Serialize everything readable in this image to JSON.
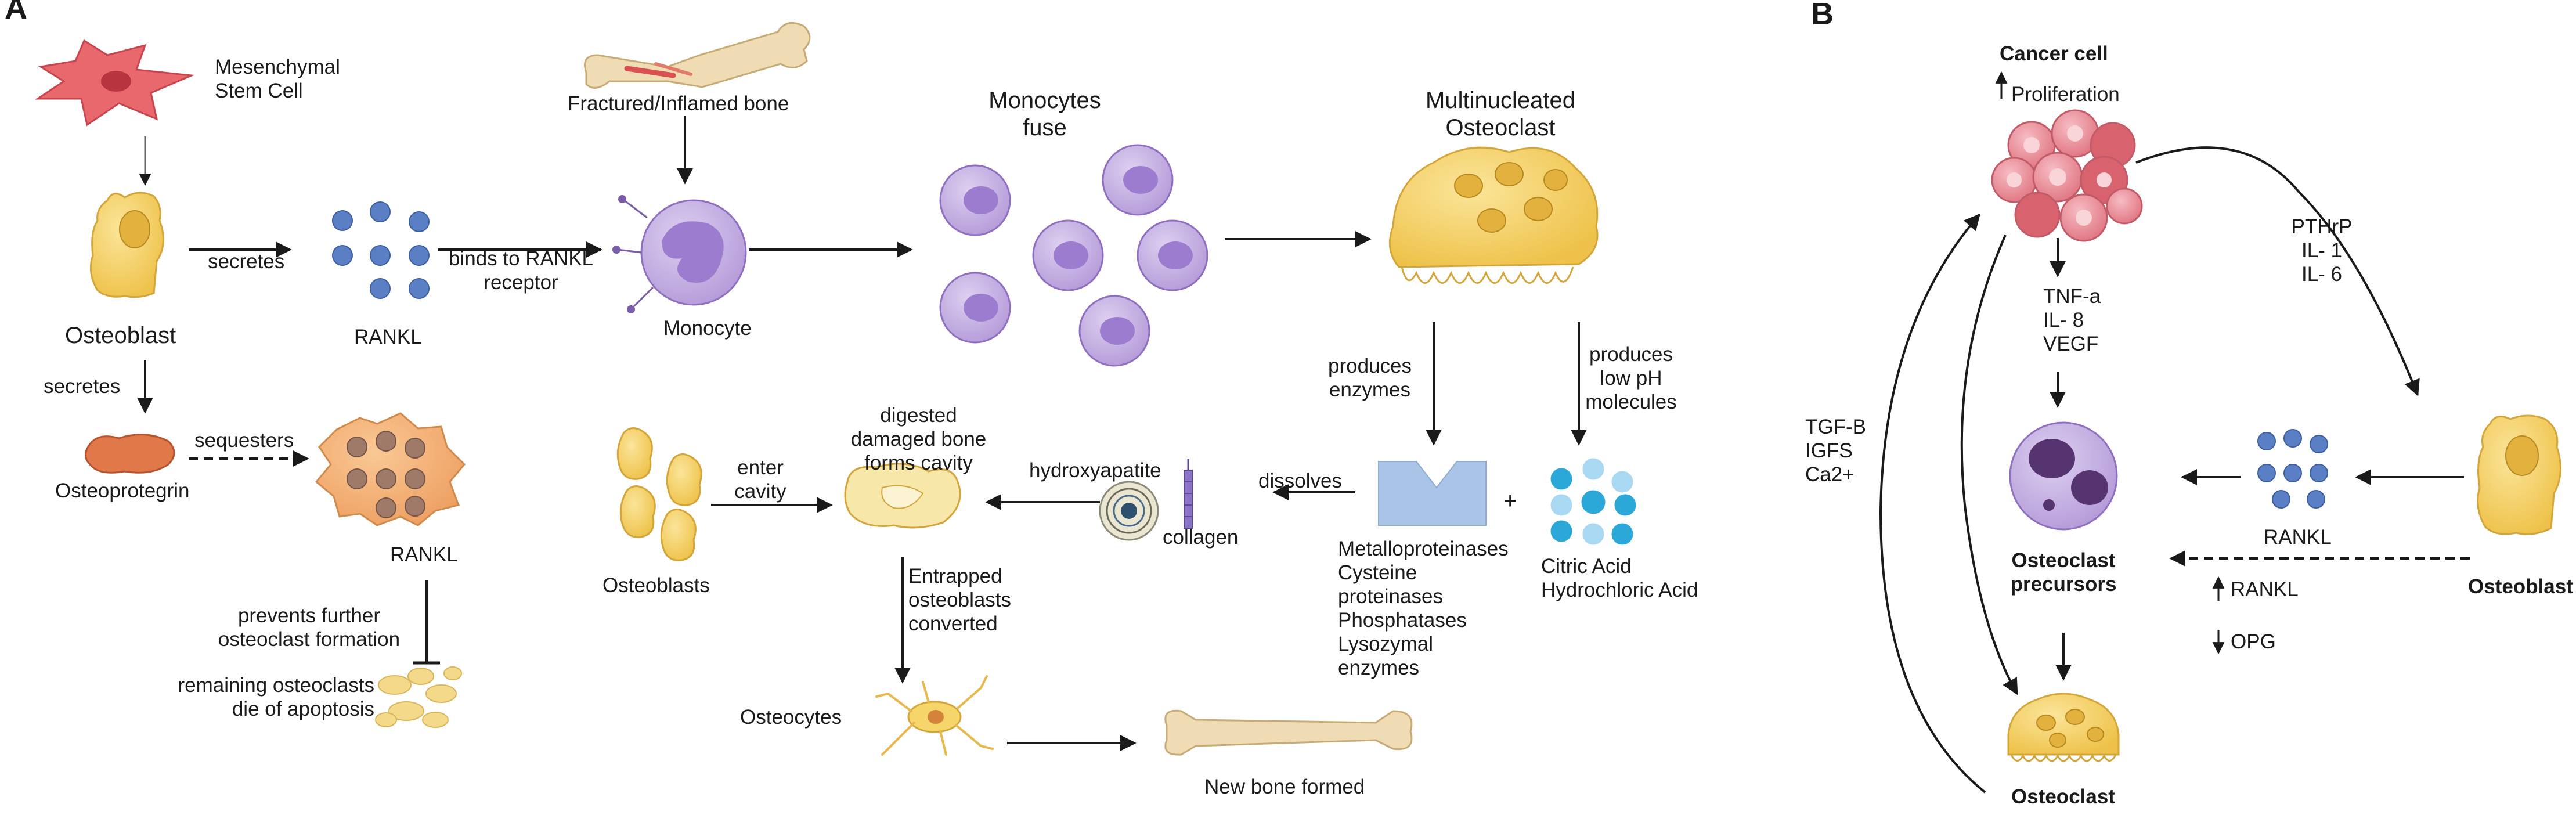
{
  "panels": {
    "a": "A",
    "b": "B"
  },
  "panel_a": {
    "msc": "Mesenchymal\nStem Cell",
    "osteoblast": "Osteoblast",
    "secretes_1": "secretes",
    "secretes_2": "secretes",
    "rankl": "RANKL",
    "binds": "binds to RANKL\nreceptor",
    "fractured": "Fractured/Inflamed bone",
    "monocyte": "Monocyte",
    "monocytes_fuse": "Monocytes\nfuse",
    "multinucleated": "Multinucleated\nOsteoclast",
    "osteoprotegrin": "Osteoprotegrin",
    "sequesters": "sequesters",
    "rankl_2": "RANKL",
    "prevents": "prevents further\nosteoclast formation",
    "apoptosis": "remaining osteoclasts\ndie of apoptosis",
    "osteoblasts": "Osteoblasts",
    "enter_cavity": "enter\ncavity",
    "digested": "digested\ndamaged bone\nforms cavity",
    "hydroxyapatite": "hydroxyapatite",
    "collagen": "collagen",
    "dissolves": "dissolves",
    "produces_enzymes": "produces\nenzymes",
    "produces_ph": "produces\nlow pH\nmolecules",
    "plus": "+",
    "enzymes_list": "Metalloproteinases\nCysteine\nproteinases\nPhosphatases\nLysozymal\nenzymes",
    "acids": "Citric Acid\nHydrochloric Acid",
    "entrapped": "Entrapped\nosteoblasts\nconverted",
    "osteocytes": "Osteocytes",
    "new_bone": "New bone formed"
  },
  "panel_b": {
    "cancer_cell": "Cancer cell",
    "proliferation": "Proliferation",
    "factors_cancer": "TNF-a\nIL- 8\nVEGF",
    "pthrp": "PTHrP\nIL- 1\nIL- 6",
    "tgf": "TGF-B\nIGFS\nCa2+",
    "rankl": "RANKL",
    "rankl_up": "RANKL",
    "opg": "OPG",
    "precursors": "Osteoclast\nprecursors",
    "osteoblast": "Osteoblast",
    "osteoclast": "Osteoclast"
  },
  "colors": {
    "osteoblast": "#f6d56b",
    "osteoclast": "#f7d468",
    "monocyte": "#c9b3e4",
    "rankl_dot": "#5b7fc4",
    "msc": "#e8686e",
    "osteoprotegrin": "#e0784a",
    "cancer": "#e98a96",
    "precursor": "#b897d9",
    "enzyme": "#a9c4e6",
    "acid": "#2ba8d8",
    "bone": "#efdcb4"
  }
}
